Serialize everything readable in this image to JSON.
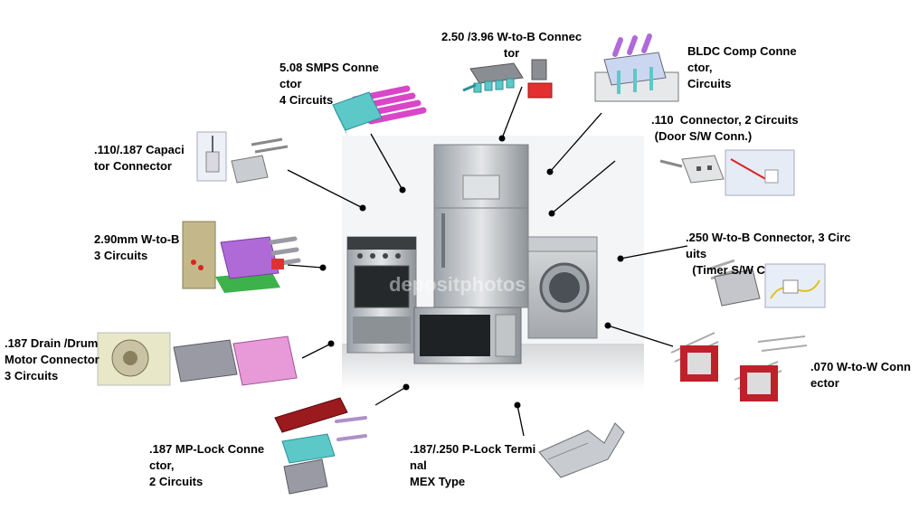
{
  "labels": {
    "smps": "5.08 SMPS Conne\nctor\n4 Circuits",
    "wtob_250_396": "2.50 /3.96 W-to-B Connec\ntor",
    "bldc": "BLDC Comp Conne\nctor,\nCircuits",
    "door_sw": ".110  Connector, 2 Circuits\n (Door S/W Conn.)",
    "capacitor": ".110/.187 Capaci\ntor Connector",
    "wtob_290": "2.90mm W-to-B\n3 Circuits",
    "timer_sw": ".250 W-to-B Connector, 3 Circ\nuits\n  (Timer S/W C",
    "drain_motor": ".187 Drain /Drum\nMotor Connector\n3 Circuits",
    "wtow_070": ".070 W-to-W Conn\nector",
    "mp_lock": ".187 MP-Lock Conne\nctor,\n2 Circuits",
    "p_lock": ".187/.250 P-Lock Termi\nnal\nMEX Type"
  },
  "watermark": "depositphotos",
  "colors": {
    "magenta": "#d946c8",
    "cyan": "#5cc8c8",
    "purple": "#b06ad8",
    "red": "#c0202a",
    "gray": "#9a9aa4",
    "steel": "#b8bcc0"
  }
}
